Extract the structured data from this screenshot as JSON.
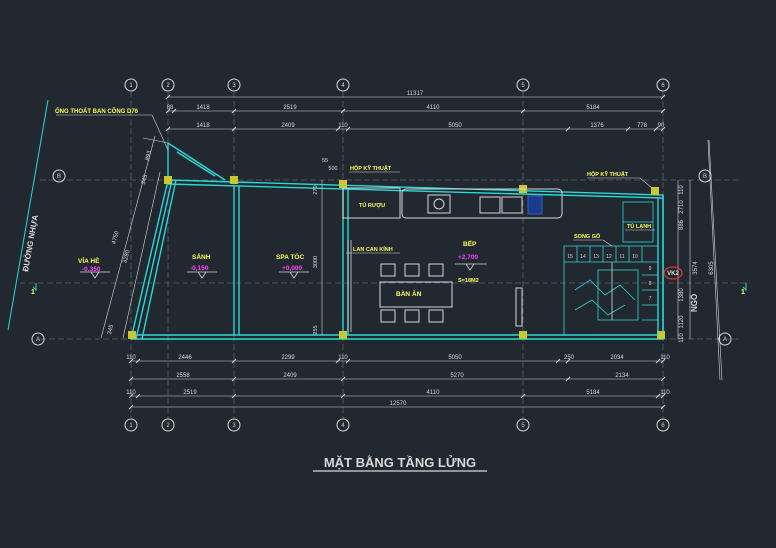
{
  "title": "MẶT BẰNG TẦNG LỬNG",
  "grid_bubbles_top": [
    "1",
    "2",
    "3",
    "4",
    "5",
    "6"
  ],
  "grid_bubbles_bottom": [
    "1",
    "2",
    "3",
    "4",
    "5",
    "6"
  ],
  "grid_bubbles_side": [
    "A",
    "B",
    "1"
  ],
  "dims_top_row1": [
    "11317"
  ],
  "dims_top_row2": [
    "88",
    "1418",
    "2519",
    "4110",
    "5184"
  ],
  "dims_top_row3": [
    "1418",
    "2409",
    "110",
    "5050",
    "1376",
    "778",
    "90"
  ],
  "dims_bottom_row1": [
    "110",
    "2446",
    "2299",
    "110",
    "5050",
    "250",
    "2034",
    "110"
  ],
  "dims_bottom_row2": [
    "2558",
    "2409",
    "5270",
    "2134"
  ],
  "dims_bottom_row3": [
    "110",
    "2519",
    "4110",
    "5184",
    "110"
  ],
  "dims_bottom_total": [
    "12570"
  ],
  "dims_left": [
    "893",
    "345",
    "4750",
    "3280",
    "345"
  ],
  "dims_right": [
    "110",
    "2710",
    "886",
    "3574",
    "6305",
    "1380",
    "1120",
    "110"
  ],
  "dims_inner": [
    "55",
    "500",
    "270",
    "3000",
    "255"
  ],
  "labels": {
    "ong_thoat": "ỐNG THOÁT BAN CÔNG D76",
    "duong_nhua": "ĐƯỜNG NHỰA",
    "via_he": "VỈA HÈ",
    "via_he_lvl": "-0,350",
    "sanh": "SẢNH",
    "sanh_lvl": "-0,150",
    "spa": "SPA TÓC",
    "spa_lvl": "+0,000",
    "hop_kt1": "HỘP KỸ THUẬT",
    "hop_kt2": "HỘP KỸ THUẬT",
    "tu_ruou": "TỦ RƯỢU",
    "lan_can": "LAN CAN KÍNH",
    "bep": "BẾP",
    "bep_lvl": "+2,700",
    "ban_an": "BÀN ĂN",
    "area": "S=18M2",
    "song_go": "SONG GỖ",
    "tu_lanh": "TỦ LẠNH",
    "ngo": "NGÕ",
    "vk2": "VK2",
    "stairs": [
      "15",
      "14",
      "13",
      "12",
      "11",
      "10",
      "9",
      "8",
      "7"
    ]
  }
}
